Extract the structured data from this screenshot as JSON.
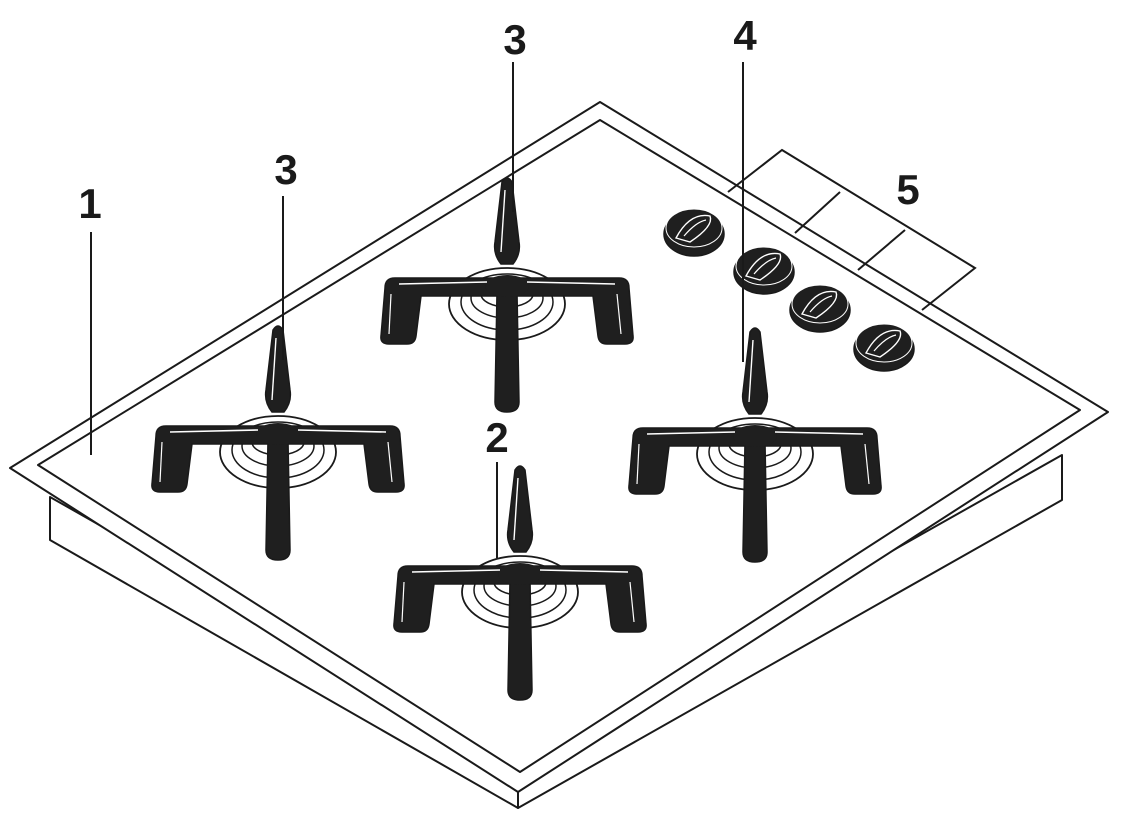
{
  "colors": {
    "line": "#1a1a1a",
    "grate": "#1f1f1f",
    "surface": "#ffffff",
    "highlight": "#ffffff"
  },
  "callouts": {
    "hob": "1",
    "small_burner": "2",
    "semi_rapid_left": "3",
    "semi_rapid_rear": "3",
    "rapid_burner": "4",
    "control_knobs": "5"
  }
}
